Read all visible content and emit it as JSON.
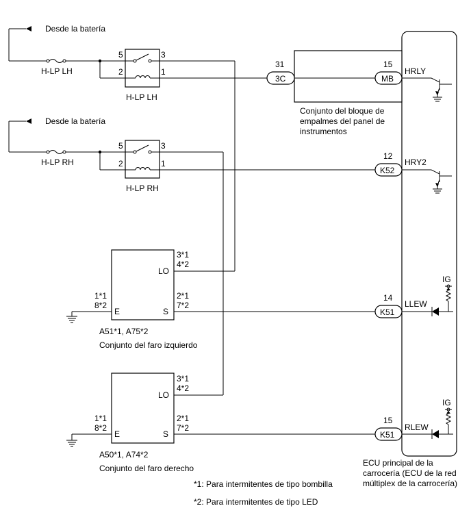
{
  "battery": {
    "label_top": "Desde la batería",
    "label_bottom": "Desde la batería"
  },
  "relays": {
    "lh": {
      "fuse": "H-LP LH",
      "relay": "H-LP LH",
      "pin5": "5",
      "pin3": "3",
      "pin2": "2",
      "pin1": "1"
    },
    "rh": {
      "fuse": "H-LP RH",
      "relay": "H-LP RH",
      "pin5": "5",
      "pin3": "3",
      "pin2": "2",
      "pin1": "1"
    }
  },
  "junction_block": {
    "name_lines": [
      "Conjunto del bloque de",
      "empalmes del panel de",
      "instrumentos"
    ],
    "in_pin": "31",
    "in_connector": "3C",
    "out_pin": "15",
    "out_connector": "MB"
  },
  "ecu": {
    "name_lines": [
      "ECU principal de la",
      "carrocería (ECU de la red",
      "múltiplex de la carrocería)"
    ],
    "signals": [
      {
        "pin": "15",
        "connector": "MB",
        "signal": "HRLY"
      },
      {
        "pin": "12",
        "connector": "K52",
        "signal": "HRY2"
      },
      {
        "pin": "14",
        "connector": "K51",
        "signal": "LLEW"
      },
      {
        "pin": "15",
        "connector": "K51",
        "signal": "RLEW"
      }
    ],
    "ig_labels": [
      "IG",
      "IG"
    ]
  },
  "headlights": {
    "left": {
      "codes": "A51*1, A75*2",
      "name": "Conjunto del faro izquierdo",
      "lo_label": "LO",
      "s_label": "S",
      "e_label": "E",
      "lo_pins": [
        "3*1",
        "4*2"
      ],
      "s_pins": [
        "2*1",
        "7*2"
      ],
      "e_pins": [
        "1*1",
        "8*2"
      ]
    },
    "right": {
      "codes": "A50*1, A74*2",
      "name": "Conjunto del faro derecho",
      "lo_label": "LO",
      "s_label": "S",
      "e_label": "E",
      "lo_pins": [
        "3*1",
        "4*2"
      ],
      "s_pins": [
        "2*1",
        "7*2"
      ],
      "e_pins": [
        "1*1",
        "8*2"
      ]
    }
  },
  "footnotes": [
    "*1: Para intermitentes de tipo bombilla",
    "*2: Para intermitentes de tipo LED"
  ]
}
